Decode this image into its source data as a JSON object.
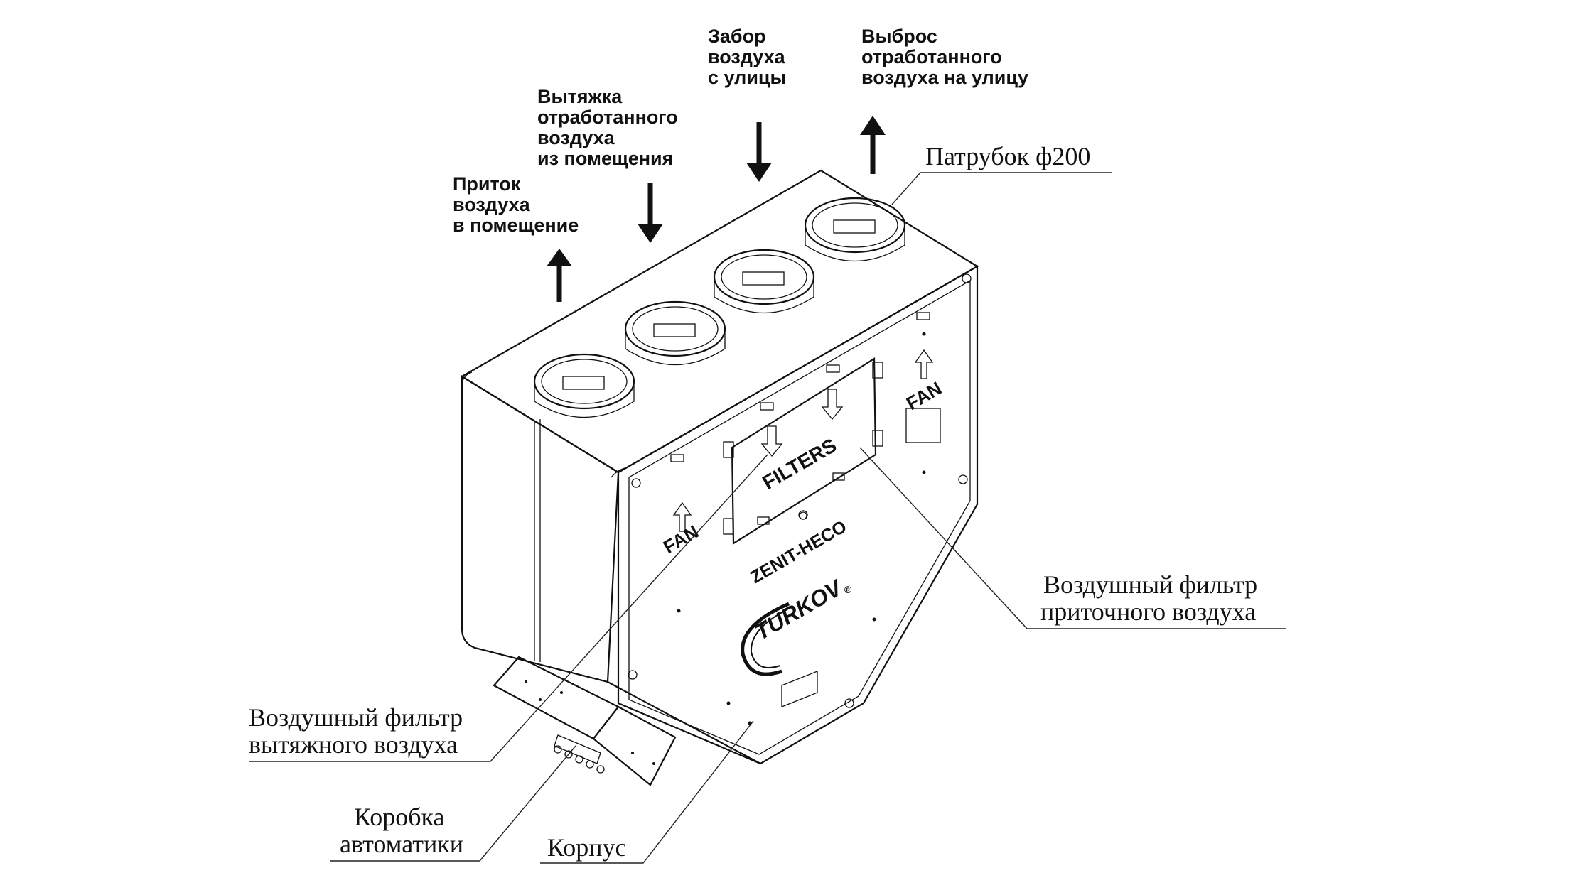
{
  "labels": {
    "supply_in": [
      "Приток",
      "воздуха",
      "в помещение"
    ],
    "extract_from_room": [
      "Вытяжка",
      "отработанного",
      "воздуха",
      "из помещения"
    ],
    "intake_outdoor": [
      "Забор",
      "воздуха",
      "с улицы"
    ],
    "exhaust_outdoor": [
      "Выброс",
      "отработанного",
      "воздуха на улицу"
    ],
    "duct": "Патрубок ф200",
    "supply_filter": [
      "Воздушный фильтр",
      "приточного воздуха"
    ],
    "exhaust_filter": [
      "Воздушный фильтр",
      "вытяжного воздуха"
    ],
    "control_box": [
      "Коробка",
      "автоматики"
    ],
    "housing": "Корпус"
  },
  "panel": {
    "filters": "FILTERS",
    "fan": "FAN",
    "model": "ZENIT-HECO",
    "brand": "TURKOV",
    "brand_mark": "®"
  },
  "colors": {
    "ink": "#111111",
    "background": "#ffffff"
  },
  "icons": [
    "arrow-up-icon",
    "arrow-down-icon",
    "outline-arrow-up-icon",
    "outline-arrow-down-icon"
  ]
}
